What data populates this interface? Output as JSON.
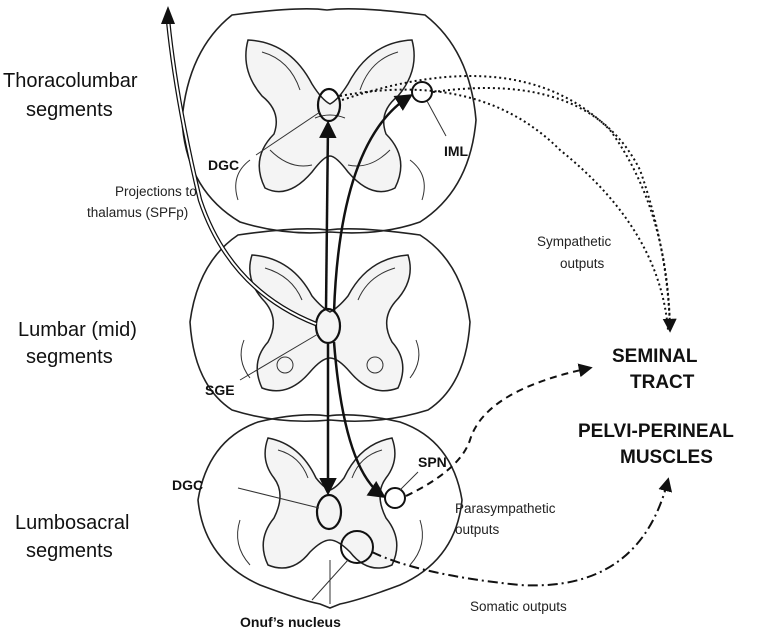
{
  "labels": {
    "thoracolumbar_1": "Thoracolumbar",
    "thoracolumbar_2": "segments",
    "lumbar_1": "Lumbar (mid)",
    "lumbar_2": "segments",
    "lumbosacral_1": "Lumbosacral",
    "lumbosacral_2": "segments",
    "projections_1": "Projections to",
    "projections_2": "thalamus (SPFp)",
    "sympathetic_1": "Sympathetic",
    "sympathetic_2": "outputs",
    "parasympathetic_1": "Parasympathetic",
    "parasympathetic_2": "outputs",
    "somatic": "Somatic outputs",
    "dgc_top": "DGC",
    "iml": "IML",
    "sge": "SGE",
    "spn": "SPN",
    "dgc_bottom": "DGC",
    "onuf": "Onuf’s nucleus",
    "seminal_1": "SEMINAL",
    "seminal_2": "TRACT",
    "pelvi_1": "PELVI-PERINEAL",
    "pelvi_2": "MUSCLES"
  }
}
